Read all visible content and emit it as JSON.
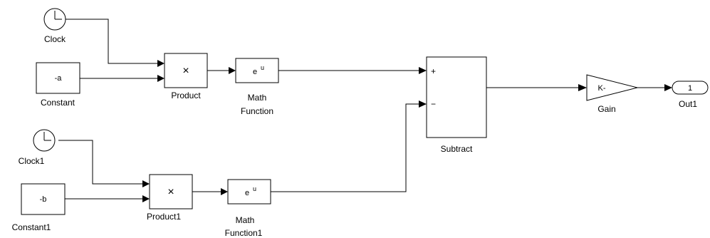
{
  "diagram": {
    "clock": {
      "caption": "Clock"
    },
    "clock1": {
      "caption": "Clock1"
    },
    "constant": {
      "value": "-a",
      "caption": "Constant"
    },
    "constant1": {
      "value": "-b",
      "caption": "Constant1"
    },
    "product": {
      "symbol": "×",
      "caption": "Product"
    },
    "product1": {
      "symbol": "×",
      "caption": "Product1"
    },
    "math_function": {
      "symbol_base": "e",
      "symbol_sup": "u",
      "caption_line1": "Math",
      "caption_line2": "Function"
    },
    "math_function1": {
      "symbol_base": "e",
      "symbol_sup": "u",
      "caption_line1": "Math",
      "caption_line2": "Function1"
    },
    "subtract": {
      "plus": "+",
      "minus": "−",
      "caption": "Subtract"
    },
    "gain": {
      "value": "K-",
      "caption": "Gain"
    },
    "out1": {
      "port": "1",
      "caption": "Out1"
    }
  }
}
